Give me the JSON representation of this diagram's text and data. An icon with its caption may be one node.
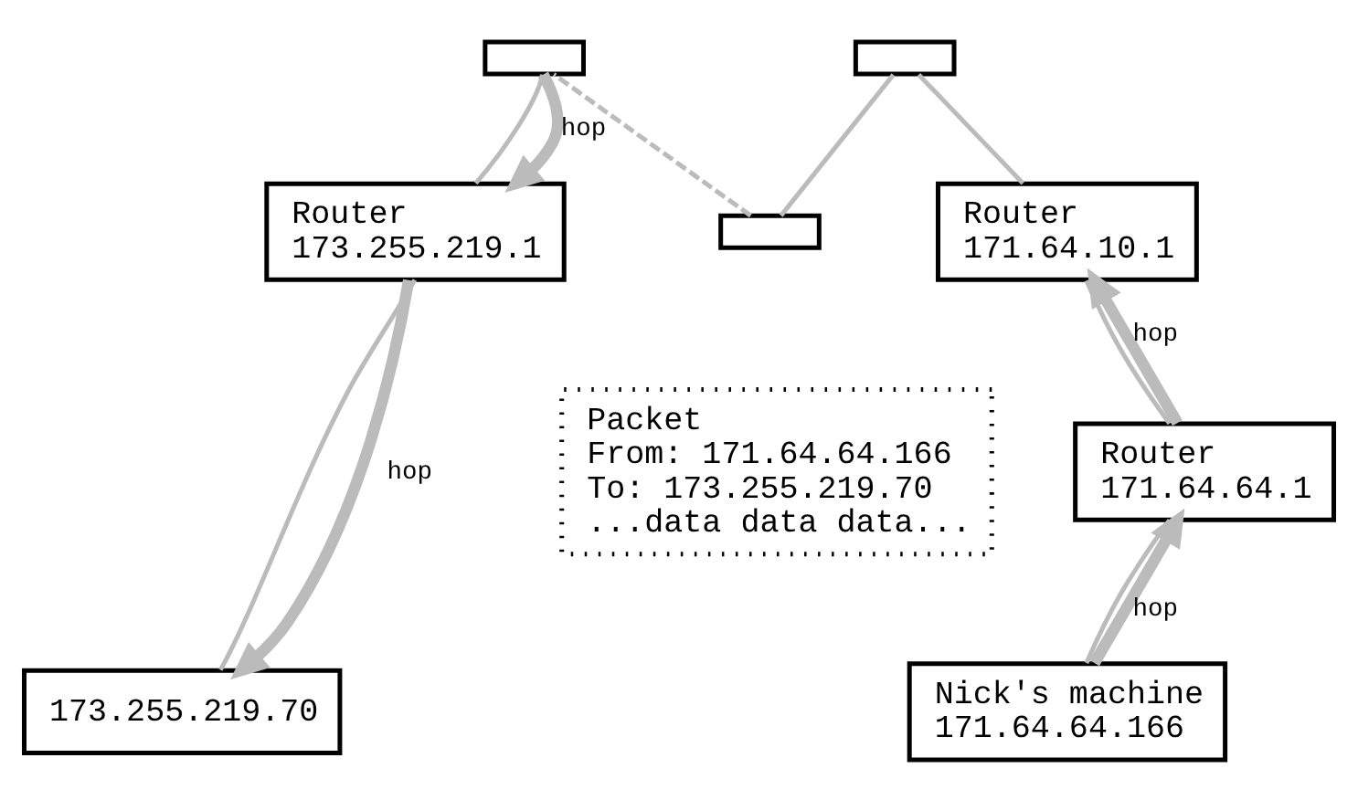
{
  "diagram": {
    "nodes": [
      {
        "text": [],
        "shape": "box"
      },
      {
        "text": [],
        "shape": "box"
      },
      {
        "text": [],
        "shape": "box"
      },
      {
        "text": [
          "Router",
          "171.64.10.1"
        ]
      },
      {
        "text": [
          "Router",
          "173.255.219.1"
        ]
      },
      {
        "text": [
          "Router",
          "171.64.64.1"
        ]
      },
      {
        "text": [
          "Packet",
          "From: 171.64.64.166",
          "To: 173.255.219.70",
          "...data data data..."
        ]
      },
      {
        "text": [
          "173.255.219.70"
        ]
      },
      {
        "text": [
          "Nick's machine",
          "171.64.64.166"
        ]
      }
    ],
    "edges": [
      {
        "from": 8,
        "to": 5,
        "arrow": "none"
      },
      {
        "from": 8,
        "to": 5,
        "arrow": "to",
        "label": "hop",
        "style": "thick"
      },
      {
        "from": 5,
        "to": 3,
        "arrow": "none"
      },
      {
        "from": 5,
        "to": 3,
        "arrow": "to",
        "label": "hop",
        "style": "thick"
      },
      {
        "from": 3,
        "to": 1,
        "arrow": "none"
      },
      {
        "from": 1,
        "to": 0,
        "arrow": "none"
      },
      {
        "from": 0,
        "to": 2,
        "arrow": "none",
        "style": "dashed"
      },
      {
        "from": 2,
        "to": 4,
        "arrow": "none"
      },
      {
        "from": 2,
        "to": 4,
        "arrow": "to",
        "label": "hop",
        "style": "thick"
      },
      {
        "from": 4,
        "to": 7,
        "arrow": "none"
      },
      {
        "from": 4,
        "to": 7,
        "arrow": "to",
        "label": "hop",
        "style": "thick"
      }
    ]
  }
}
